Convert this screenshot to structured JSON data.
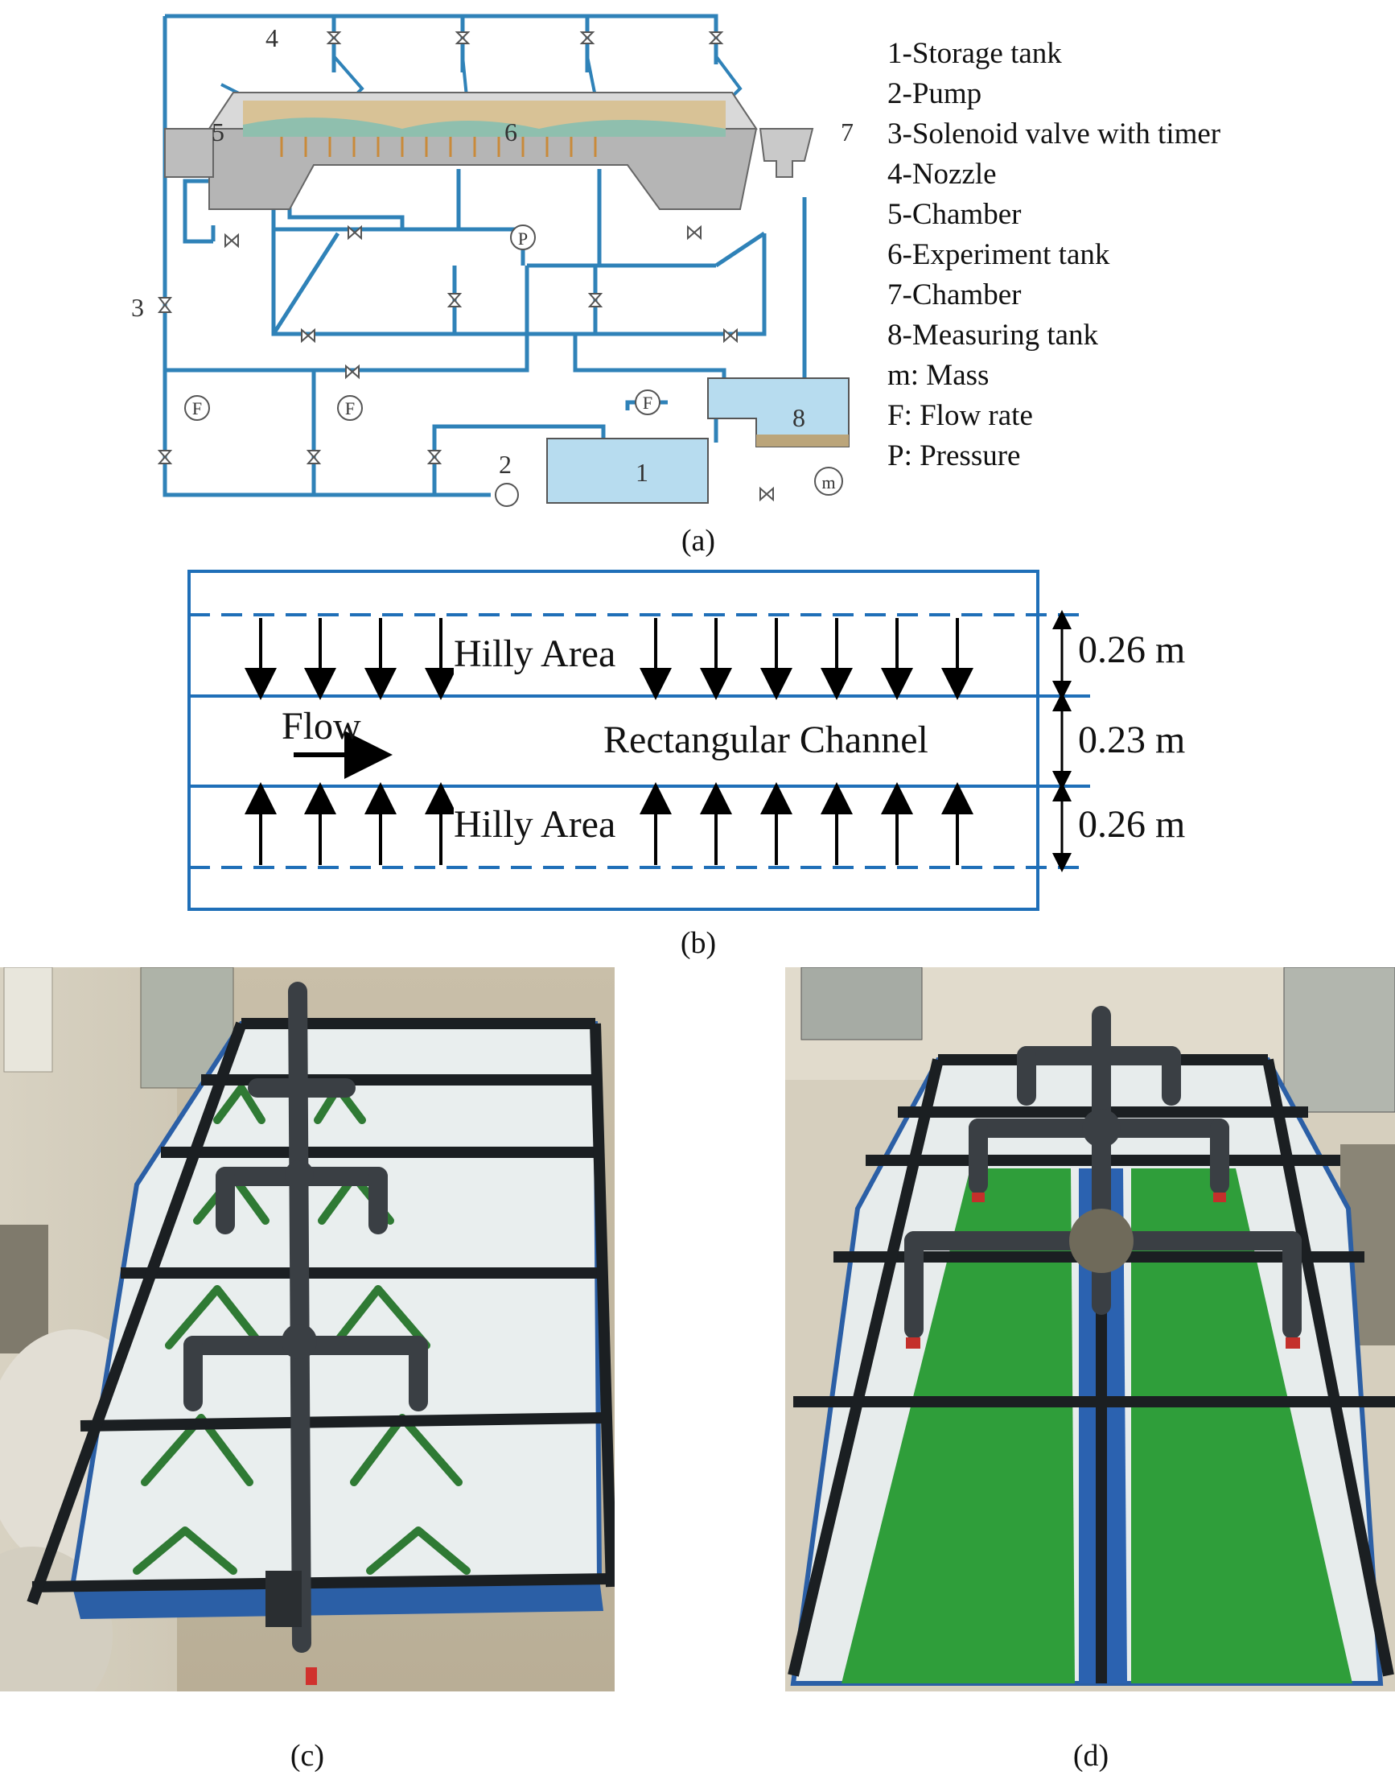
{
  "panel_a": {
    "caption": "(a)",
    "legend": [
      "1-Storage tank",
      "2-Pump",
      "3-Solenoid valve with timer",
      "4-Nozzle",
      "5-Chamber",
      "6-Experiment tank",
      "7-Chamber",
      "8-Measuring tank",
      "m: Mass",
      "F: Flow rate",
      "P: Pressure"
    ],
    "numbers": {
      "n1": "1",
      "n2": "2",
      "n3": "3",
      "n4": "4",
      "n5": "5",
      "n6": "6",
      "n7": "7",
      "n8": "8"
    },
    "symbols": {
      "f": "F",
      "p": "P",
      "m": "m"
    },
    "colors": {
      "pipe": "#2f82b8",
      "water": "#b7dcef",
      "sand": "#d8c296",
      "metal": "#a9a9a9"
    }
  },
  "panel_b": {
    "caption": "(b)",
    "hilly_top": "Hilly Area",
    "hilly_bottom": "Hilly Area",
    "flow": "Flow",
    "channel": "Rectangular Channel",
    "dim_top": "0.26 m",
    "dim_mid": "0.23 m",
    "dim_bottom": "0.26 m",
    "colors": {
      "outline": "#1f6fb8",
      "arrow": "#000000"
    }
  },
  "panel_c": {
    "caption": "(c)"
  },
  "panel_d": {
    "caption": "(d)"
  }
}
